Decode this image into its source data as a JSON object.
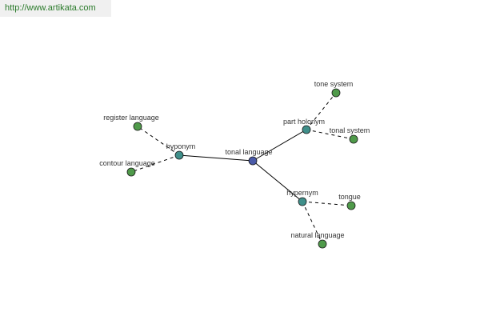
{
  "header": {
    "url": "http://www.artikata.com"
  },
  "colors": {
    "center_fill": "#4a5aa8",
    "relation_fill": "#3f8f8a",
    "leaf_fill": "#4f9a4a",
    "edge": "#000000",
    "url_text": "#2a7a2a"
  },
  "graph": {
    "nodes": [
      {
        "id": "tonal-language",
        "label": "tonal language",
        "type": "center"
      },
      {
        "id": "hyponym",
        "label": "hyponym",
        "type": "relation"
      },
      {
        "id": "part-holonym",
        "label": "part holonym",
        "type": "relation"
      },
      {
        "id": "hypernym",
        "label": "hypernym",
        "type": "relation"
      },
      {
        "id": "register-language",
        "label": "register language",
        "type": "leaf"
      },
      {
        "id": "contour-language",
        "label": "contour language",
        "type": "leaf"
      },
      {
        "id": "tone-system",
        "label": "tone system",
        "type": "leaf"
      },
      {
        "id": "tonal-system",
        "label": "tonal system",
        "type": "leaf"
      },
      {
        "id": "tongue",
        "label": "tongue",
        "type": "leaf"
      },
      {
        "id": "natural-language",
        "label": "natural language",
        "type": "leaf"
      }
    ],
    "edges": [
      {
        "from": "tonal-language",
        "to": "hyponym",
        "style": "solid"
      },
      {
        "from": "tonal-language",
        "to": "part-holonym",
        "style": "solid"
      },
      {
        "from": "tonal-language",
        "to": "hypernym",
        "style": "solid"
      },
      {
        "from": "hyponym",
        "to": "register-language",
        "style": "dashed"
      },
      {
        "from": "hyponym",
        "to": "contour-language",
        "style": "dashed"
      },
      {
        "from": "part-holonym",
        "to": "tone-system",
        "style": "dashed"
      },
      {
        "from": "part-holonym",
        "to": "tonal-system",
        "style": "dashed"
      },
      {
        "from": "hypernym",
        "to": "tongue",
        "style": "dashed"
      },
      {
        "from": "hypernym",
        "to": "natural-language",
        "style": "dashed"
      }
    ]
  }
}
